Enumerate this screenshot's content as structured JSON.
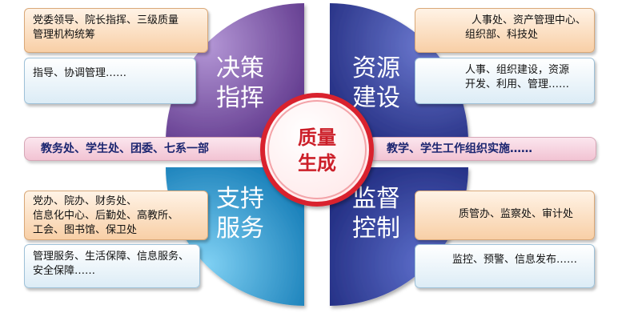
{
  "center": {
    "line1": "质量",
    "line2": "生成"
  },
  "quadrants": {
    "top_left": {
      "line1": "决策",
      "line2": "指挥"
    },
    "top_right": {
      "line1": "资源",
      "line2": "建设"
    },
    "bottom_left": {
      "line1": "支持",
      "line2": "服务"
    },
    "bottom_right": {
      "line1": "监督",
      "line2": "控制"
    }
  },
  "boxes": {
    "top_left_1": {
      "lines": [
        "党委领导、院长指挥、三级质量",
        "管理机构统筹"
      ]
    },
    "top_left_2": {
      "lines": [
        "指导、协调管理……"
      ]
    },
    "top_right_1": {
      "lines": [
        "人事处、资产管理中心、",
        "组织部、科技处"
      ]
    },
    "top_right_2": {
      "lines": [
        "人事、组织建设，资源",
        "开发、利用、管理……"
      ]
    },
    "bottom_left_1": {
      "lines": [
        "党办、院办、财务处、",
        "信息化中心、后勤处、高教所、",
        "工会、图书馆、保卫处"
      ]
    },
    "bottom_left_2": {
      "lines": [
        "管理服务、生活保障、信息服务、",
        "安全保障……"
      ]
    },
    "bottom_right_1": {
      "lines": [
        "质管办、监察处、审计处"
      ]
    },
    "bottom_right_2": {
      "lines": [
        "监控、预警、信息发布……"
      ]
    }
  },
  "bands": {
    "left": "教务处、学生处、团委、七系一部",
    "right": "教学、学生工作组织实施……"
  },
  "colors": {
    "top_left": "#7b4ea6",
    "top_right": "#2f3d9c",
    "bottom_left": "#1f95cf",
    "bottom_right": "#2f3d9c",
    "center": "#d9242e"
  }
}
